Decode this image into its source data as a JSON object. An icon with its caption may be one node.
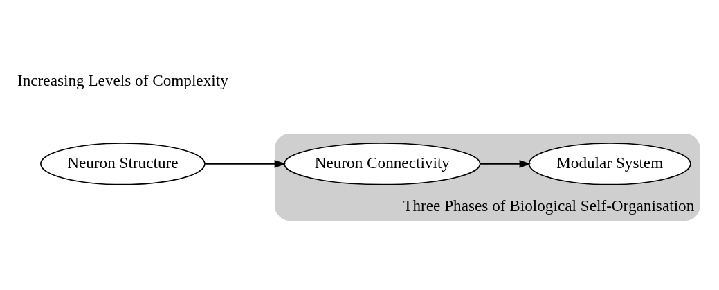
{
  "diagram": {
    "nodes": [
      {
        "text": [
          "Three Phases of Biological Self-Organisation"
        ]
      },
      {
        "text": [
          "Modular System"
        ],
        "in": 0
      },
      {
        "text": [
          "Neuron Connectivity"
        ],
        "in": 0
      },
      {
        "text": [
          "Neuron Structure"
        ]
      }
    ],
    "edges": [
      {
        "from": 3,
        "to": 2,
        "arrow": "to"
      },
      {
        "from": 2,
        "to": 1,
        "arrow": "to"
      }
    ],
    "labels": [
      "Increasing Levels of Complexity"
    ]
  }
}
